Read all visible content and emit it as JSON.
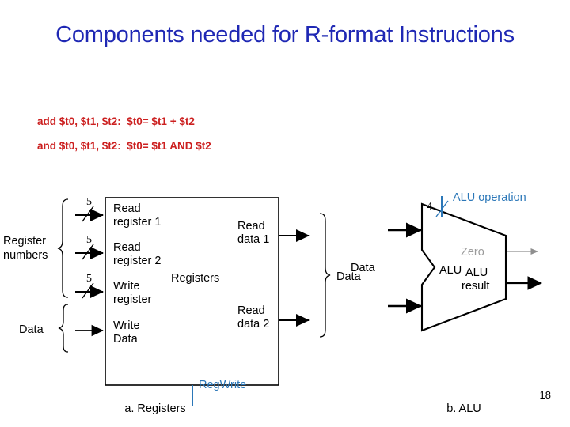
{
  "slide": {
    "title": "Components needed for R-format Instructions",
    "title_color": "#1F28B4",
    "page_number": "18",
    "background": "#FFFFFF"
  },
  "instructions": {
    "color": "#CC2020",
    "lines": [
      "add $t0, $t1, $t2:  $t0= $t1 + $t2",
      "and $t0, $t1, $t2:  $t0= $t1 AND $t2"
    ]
  },
  "figure": {
    "registers": {
      "caption": "a. Registers",
      "block_label": "Registers",
      "group_labels": {
        "inputs_top": "Register numbers",
        "inputs_bottom": "Data",
        "outputs": "Data"
      },
      "input_ports": [
        {
          "label": "Read register 1",
          "width": "5"
        },
        {
          "label": "Read register 2",
          "width": "5"
        },
        {
          "label": "Write register",
          "width": "5"
        },
        {
          "label": "Write Data",
          "width": ""
        }
      ],
      "output_ports": [
        {
          "label": "Read data 1"
        },
        {
          "label": "Read data 2"
        }
      ],
      "control_signal": {
        "label": "RegWrite",
        "color": "#2B77B8"
      }
    },
    "alu": {
      "caption": "b. ALU",
      "block_label": "ALU",
      "input_group_label": "Data",
      "control_signal": {
        "label": "ALU operation",
        "width": "4",
        "color": "#2B77B8"
      },
      "outputs": [
        {
          "label": "Zero",
          "color": "#9A9A9A"
        },
        {
          "label": "ALU result",
          "color": "#000000"
        }
      ]
    }
  }
}
